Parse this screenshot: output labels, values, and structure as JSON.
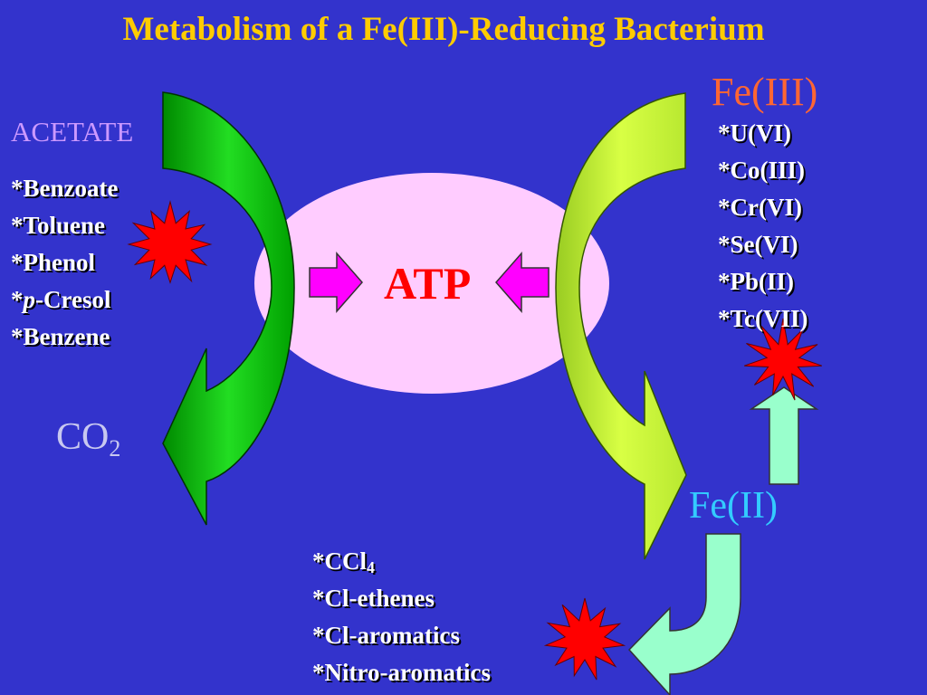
{
  "title": "Metabolism of a Fe(III)-Reducing Bacterium",
  "labels": {
    "acetate": "ACETATE",
    "co2_main": "CO",
    "co2_sub": "2",
    "fe3": "Fe(III)",
    "fe2": "Fe(II)",
    "atp": "ATP"
  },
  "donors": [
    {
      "prefix": "*",
      "italic": "",
      "rest": "Benzoate"
    },
    {
      "prefix": "*",
      "italic": "",
      "rest": "Toluene"
    },
    {
      "prefix": "*",
      "italic": "",
      "rest": "Phenol"
    },
    {
      "prefix": "*",
      "italic": "p",
      "rest": "-Cresol"
    },
    {
      "prefix": "*",
      "italic": "",
      "rest": "Benzene"
    }
  ],
  "metal_acceptors": [
    "*U(VI)",
    "*Co(III)",
    "*Cr(VI)",
    "*Se(VI)",
    "*Pb(II)",
    "*Tc(VII)"
  ],
  "chlorinated": [
    {
      "main": "*CCl",
      "sub": "4"
    },
    {
      "main": "*Cl-ethenes",
      "sub": ""
    },
    {
      "main": "*Cl-aromatics",
      "sub": ""
    },
    {
      "main": "*Nitro-aromatics",
      "sub": ""
    }
  ],
  "colors": {
    "background": "#3333cc",
    "title": "#ffcc00",
    "fe3": "#ff6633",
    "fe2": "#33ccff",
    "acetate": "#cc99ff",
    "atp": "#ff0000",
    "ellipse": "#ffccff",
    "small_arrows": "#ff00ff",
    "green_arrow": "#00cc00",
    "yellowgreen_arrow": "#ccff33",
    "aqua_arrow": "#99ffcc",
    "starburst": "#ff0000"
  },
  "icons": [
    "starburst-icon",
    "arrow-right-icon",
    "arrow-left-icon",
    "arrow-up-icon",
    "curved-arrow-icon"
  ]
}
